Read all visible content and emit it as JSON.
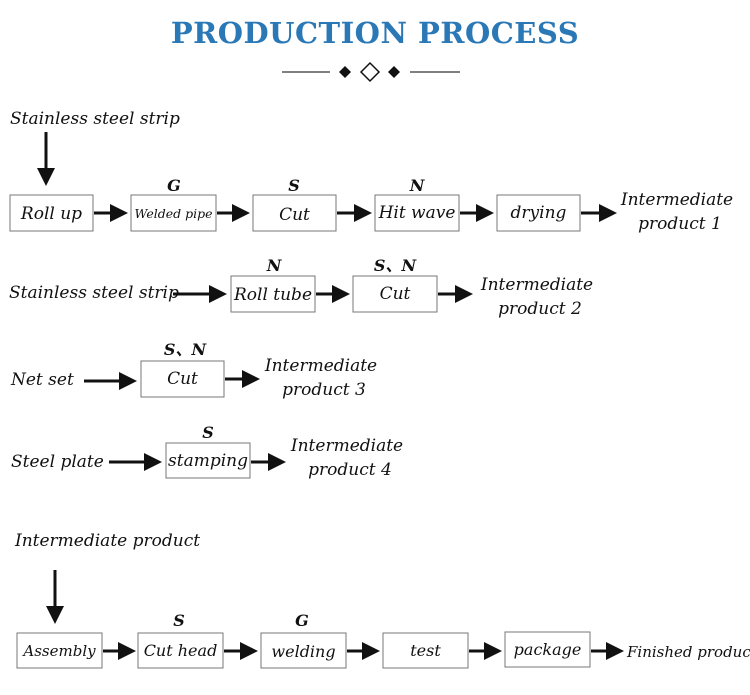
{
  "title": "PRODUCTION PROCESS",
  "row1": {
    "input": "Stainless steel strip",
    "steps": [
      "Roll up",
      "Welded pipe",
      "Cut",
      "Hit wave",
      "drying"
    ],
    "marks": [
      "",
      "G",
      "S",
      "N",
      ""
    ],
    "output_line1": "Intermediate",
    "output_line2": "product 1"
  },
  "row2": {
    "input": "Stainless steel strip",
    "steps": [
      "Roll tube",
      "Cut"
    ],
    "marks": [
      "N",
      "S、N"
    ],
    "output_line1": "Intermediate",
    "output_line2": "product 2"
  },
  "row3": {
    "input": "Net set",
    "steps": [
      "Cut"
    ],
    "marks": [
      "S、N"
    ],
    "output_line1": "Intermediate",
    "output_line2": "product 3"
  },
  "row4": {
    "input": "Steel plate",
    "steps": [
      "stamping"
    ],
    "marks": [
      "S"
    ],
    "output_line1": "Intermediate",
    "output_line2": "product 4"
  },
  "row5": {
    "input": "Intermediate product",
    "steps": [
      "Assembly",
      "Cut head",
      "welding",
      "test",
      "package"
    ],
    "marks": [
      "",
      "S",
      "G",
      "",
      ""
    ],
    "output": "Finished product"
  }
}
